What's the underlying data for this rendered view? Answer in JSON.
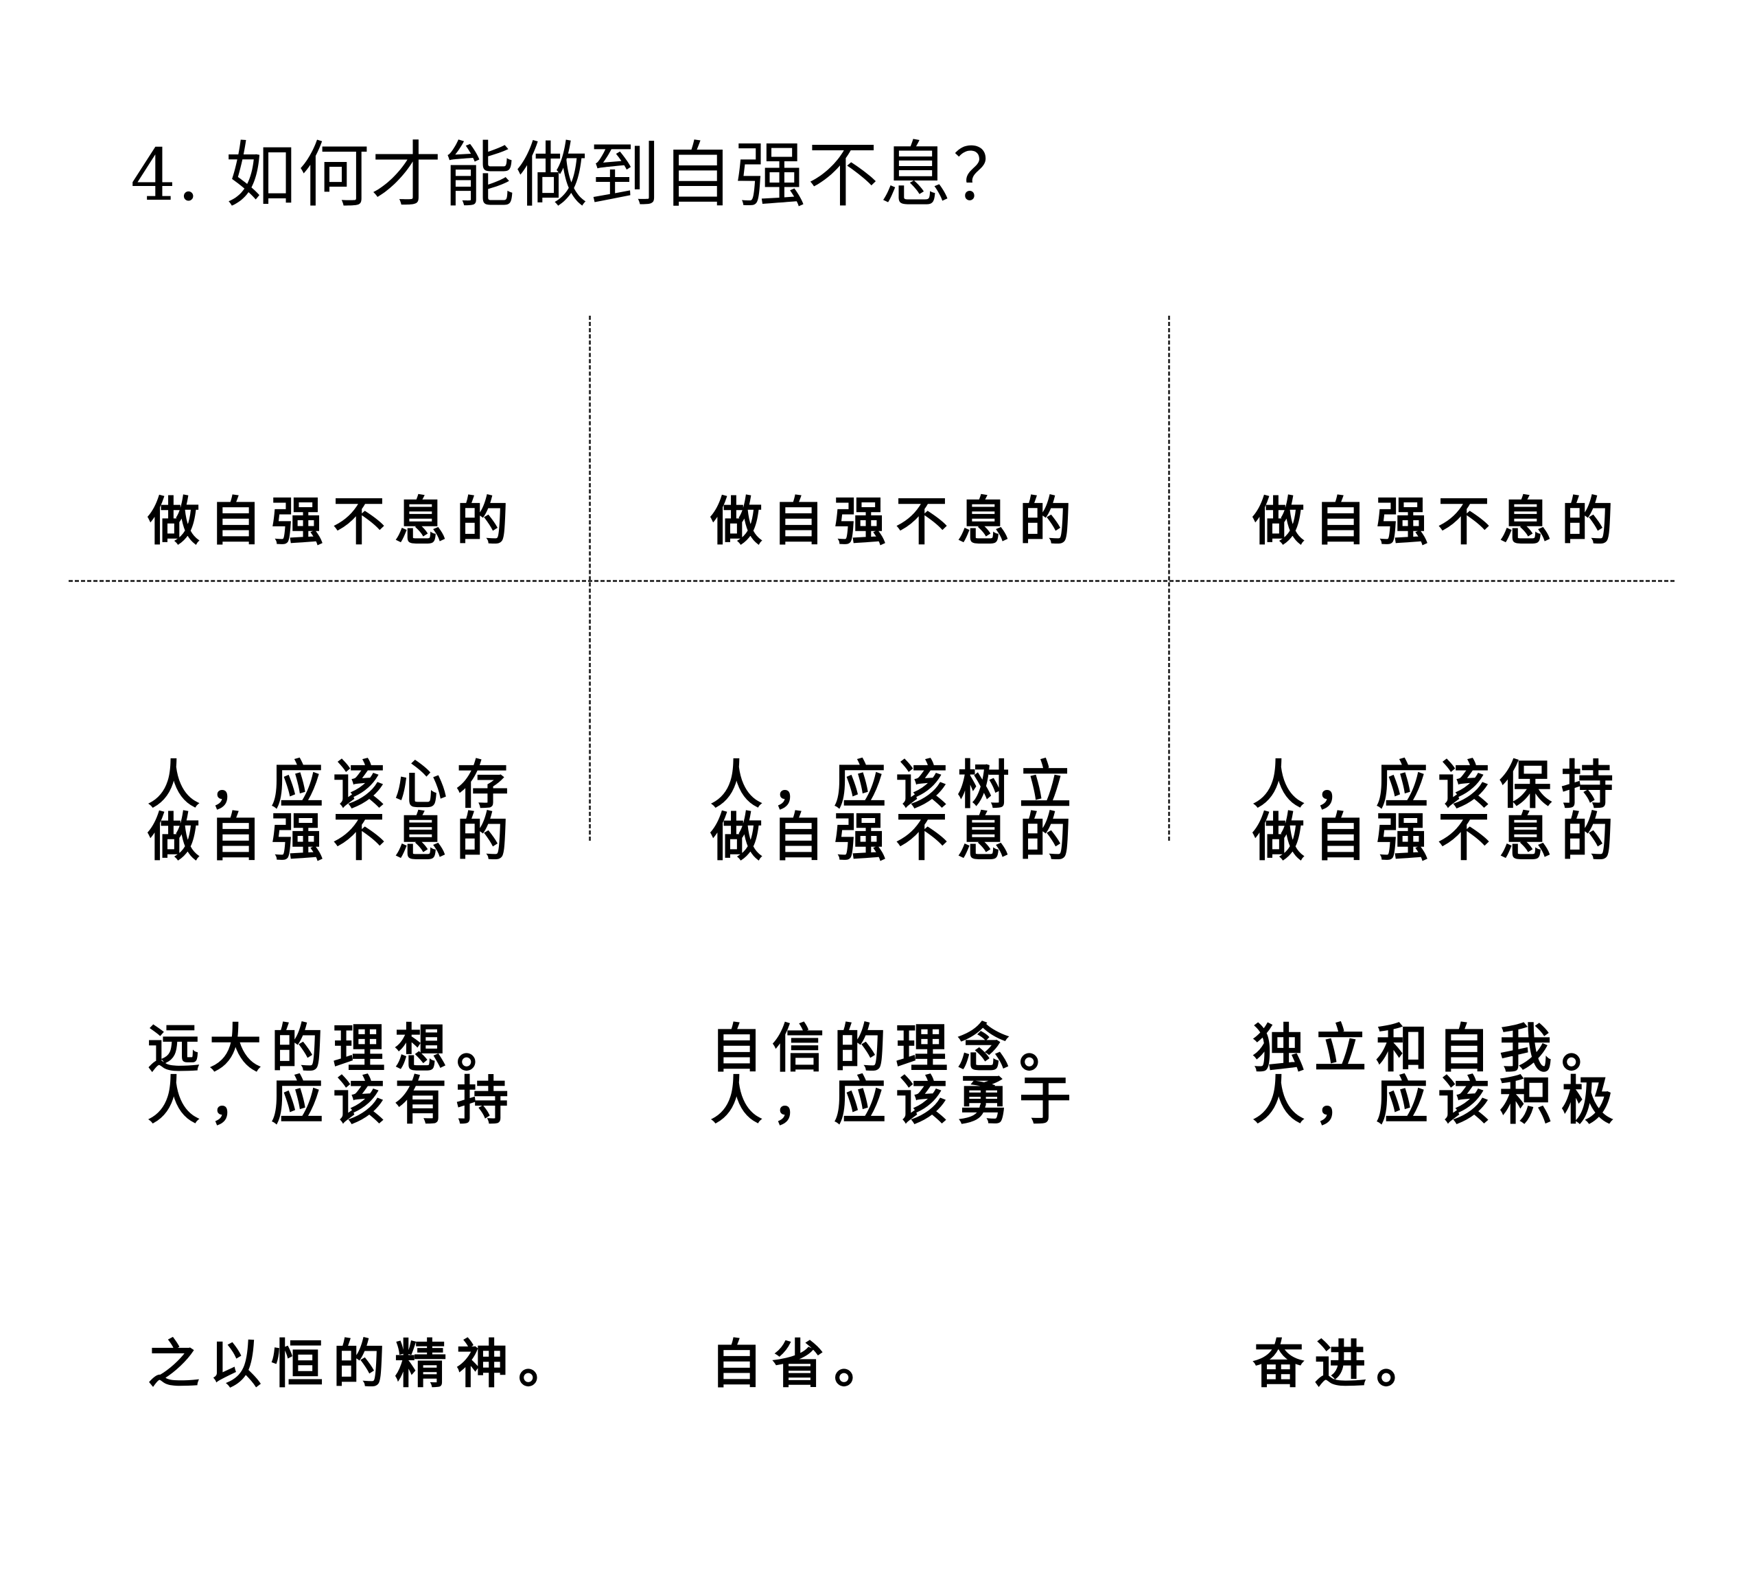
{
  "title": "4. 如何才能做到自强不息？",
  "cells": [
    {
      "lines": [
        "做自强不息的",
        "人，应该心存",
        "远大的理想。"
      ]
    },
    {
      "lines": [
        "做自强不息的",
        "人，应该树立",
        "自信的理念。"
      ]
    },
    {
      "lines": [
        "做自强不息的",
        "人，应该保持",
        "独立和自我。"
      ]
    },
    {
      "lines": [
        "做自强不息的",
        "人，应该有持",
        "之以恒的精神。"
      ]
    },
    {
      "lines": [
        "做自强不息的",
        "人，应该勇于",
        "自省。"
      ]
    },
    {
      "lines": [
        "做自强不息的",
        "人，应该积极",
        "奋进。"
      ]
    }
  ]
}
